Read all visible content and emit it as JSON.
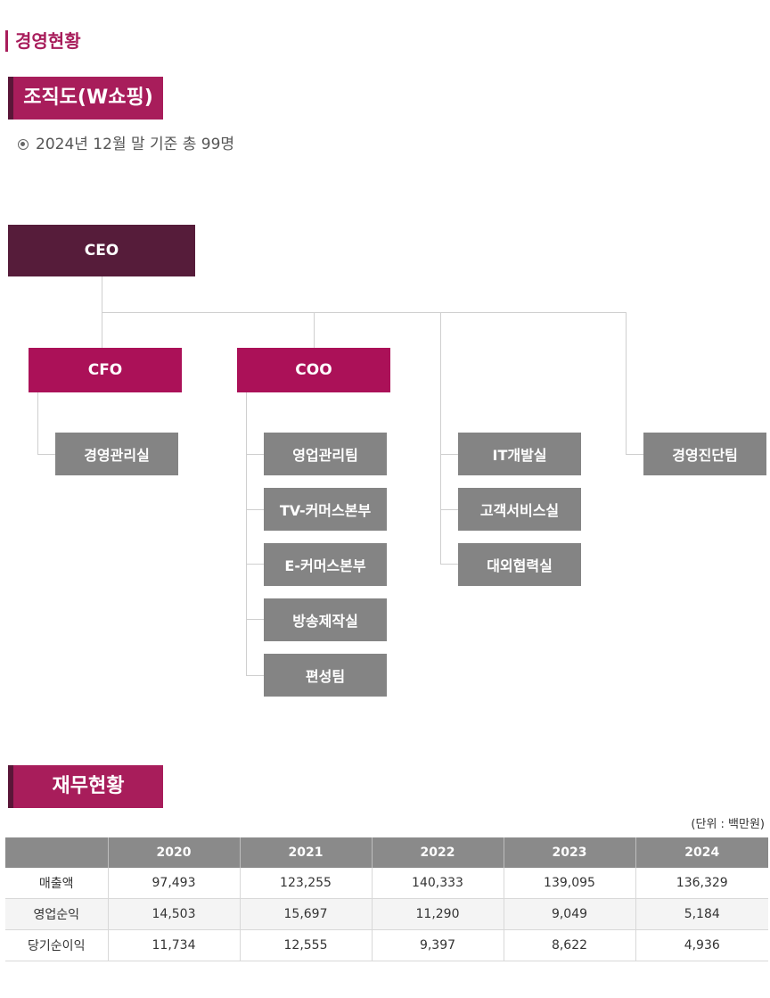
{
  "page_title": "경영현황",
  "org_section": {
    "heading": "조직도(W쇼핑)",
    "note": "2024년 12월 말 기준 총 99명"
  },
  "org_chart": {
    "ceo": "CEO",
    "cfo": "CFO",
    "coo": "COO",
    "cfo_depts": [
      "경영관리실"
    ],
    "coo_depts": [
      "영업관리팀",
      "TV-커머스본부",
      "E-커머스본부",
      "방송제작실",
      "편성팀"
    ],
    "direct_depts": [
      "IT개발실",
      "고객서비스실",
      "대외협력실"
    ],
    "audit_dept": "경영진단팀"
  },
  "finance_section": {
    "heading": "재무현황",
    "unit": "(단위 : 백만원)",
    "columns": [
      "",
      "2020",
      "2021",
      "2022",
      "2023",
      "2024"
    ],
    "rows": [
      [
        "매출액",
        "97,493",
        "123,255",
        "140,333",
        "139,095",
        "136,329"
      ],
      [
        "영업순익",
        "14,503",
        "15,697",
        "11,290",
        "9,049",
        "5,184"
      ],
      [
        "당기순이익",
        "11,734",
        "12,555",
        "9,397",
        "8,622",
        "4,936"
      ]
    ]
  },
  "colors": {
    "accent": "#a81d5b",
    "ceo_box": "#561c3a",
    "chief_box": "#ab1158",
    "dept_box": "#848484",
    "table_header": "#8a8a8a"
  }
}
